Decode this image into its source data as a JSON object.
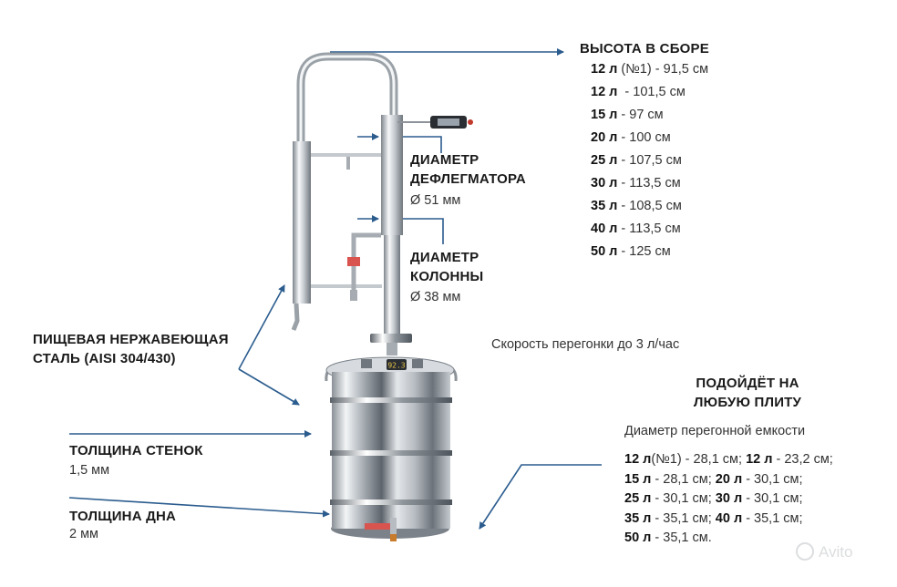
{
  "height_section": {
    "title": "ВЫСОТА В СБОРЕ",
    "rows": [
      {
        "vol": "12 л",
        "note": " (№1)",
        "value": " - 91,5 см"
      },
      {
        "vol": "12 л",
        "note": "",
        "value": "  - 101,5 см"
      },
      {
        "vol": "15 л",
        "note": "",
        "value": " - 97 см"
      },
      {
        "vol": "20 л",
        "note": "",
        "value": " - 100 см"
      },
      {
        "vol": "25 л",
        "note": "",
        "value": " - 107,5 см"
      },
      {
        "vol": "30 л",
        "note": "",
        "value": " - 113,5 см"
      },
      {
        "vol": "35 л",
        "note": "",
        "value": " - 108,5 см"
      },
      {
        "vol": "40 л",
        "note": "",
        "value": " - 113,5 см"
      },
      {
        "vol": "50 л",
        "note": "",
        "value": " - 125 см"
      }
    ]
  },
  "dephleg": {
    "line1": "ДИАМЕТР",
    "line2": "ДЕФЛЕГМАТОРА",
    "value": "Ø 51 мм"
  },
  "column": {
    "line1": "ДИАМЕТР",
    "line2": "КОЛОННЫ",
    "value": "Ø 38 мм"
  },
  "steel": {
    "line1": "ПИЩЕВАЯ НЕРЖАВЕЮЩАЯ",
    "line2": "СТАЛЬ (AISI 304/430)"
  },
  "speed": "Скорость перегонки до 3 л/час",
  "wall": {
    "title": "ТОЛЩИНА СТЕНОК",
    "value": "1,5 мм"
  },
  "bottom": {
    "title": "ТОЛЩИНА ДНА",
    "value": "2 мм"
  },
  "stove": {
    "line1": "ПОДОЙДЁТ НА",
    "line2": "ЛЮБУЮ ПЛИТУ"
  },
  "vessel": {
    "title": "Диаметр перегонной емкости",
    "lines": [
      [
        {
          "b": "12 л",
          "t": "(№1) - 28,1 см; "
        },
        {
          "b": "12 л",
          "t": " - 23,2 см;"
        }
      ],
      [
        {
          "b": "15 л",
          "t": " - 28,1 см; "
        },
        {
          "b": "20 л",
          "t": " - 30,1 см;"
        }
      ],
      [
        {
          "b": "25 л",
          "t": " - 30,1 см; "
        },
        {
          "b": "30 л",
          "t": " - 30,1 см;"
        }
      ],
      [
        {
          "b": "35 л",
          "t": " - 35,1 см; "
        },
        {
          "b": "40 л",
          "t": " - 35,1 см;"
        }
      ],
      [
        {
          "b": "50 л",
          "t": " - 35,1 см."
        }
      ]
    ]
  },
  "thermo_display": "92.3",
  "watermark": "Avito",
  "colors": {
    "arrow": "#2b5c8e",
    "steel_dark": "#8d9399",
    "steel_light": "#f2f4f6",
    "valve": "#d9534f"
  }
}
